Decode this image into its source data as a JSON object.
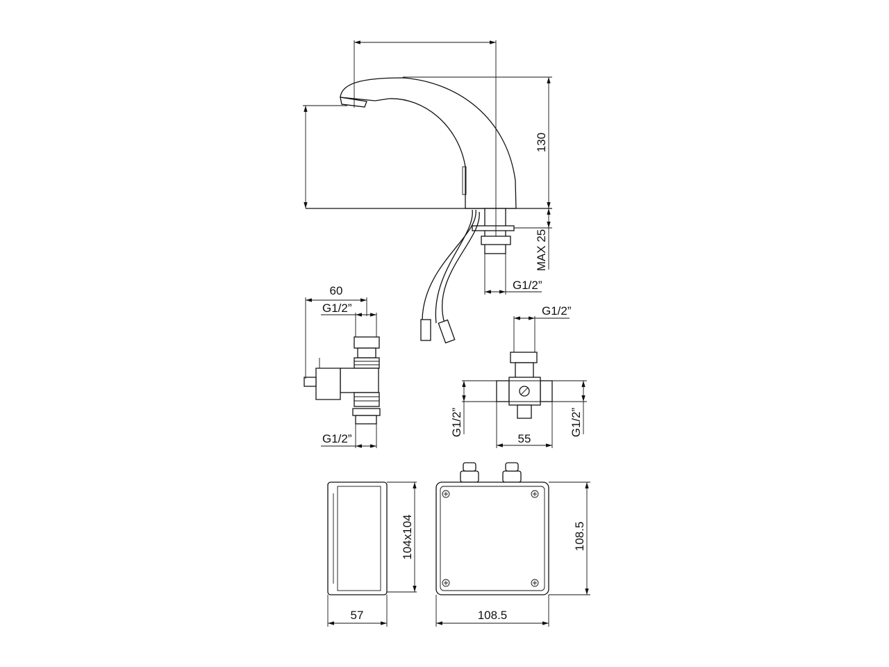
{
  "faucet": {
    "height_label": "130",
    "max_label": "MAX 25",
    "thread_label": "G1/2”"
  },
  "valve_side": {
    "width_label": "60",
    "top_thread_label": "G1/2”",
    "bottom_thread_label": "G1/2”"
  },
  "valve_front": {
    "top_thread_label": "G1/2”",
    "left_thread_label": "G1/2”",
    "right_thread_label": "G1/2”",
    "width_label": "55"
  },
  "box_side": {
    "size_label": "104x104",
    "depth_label": "57"
  },
  "box_front": {
    "height_label": "108.5",
    "width_label": "108.5"
  }
}
